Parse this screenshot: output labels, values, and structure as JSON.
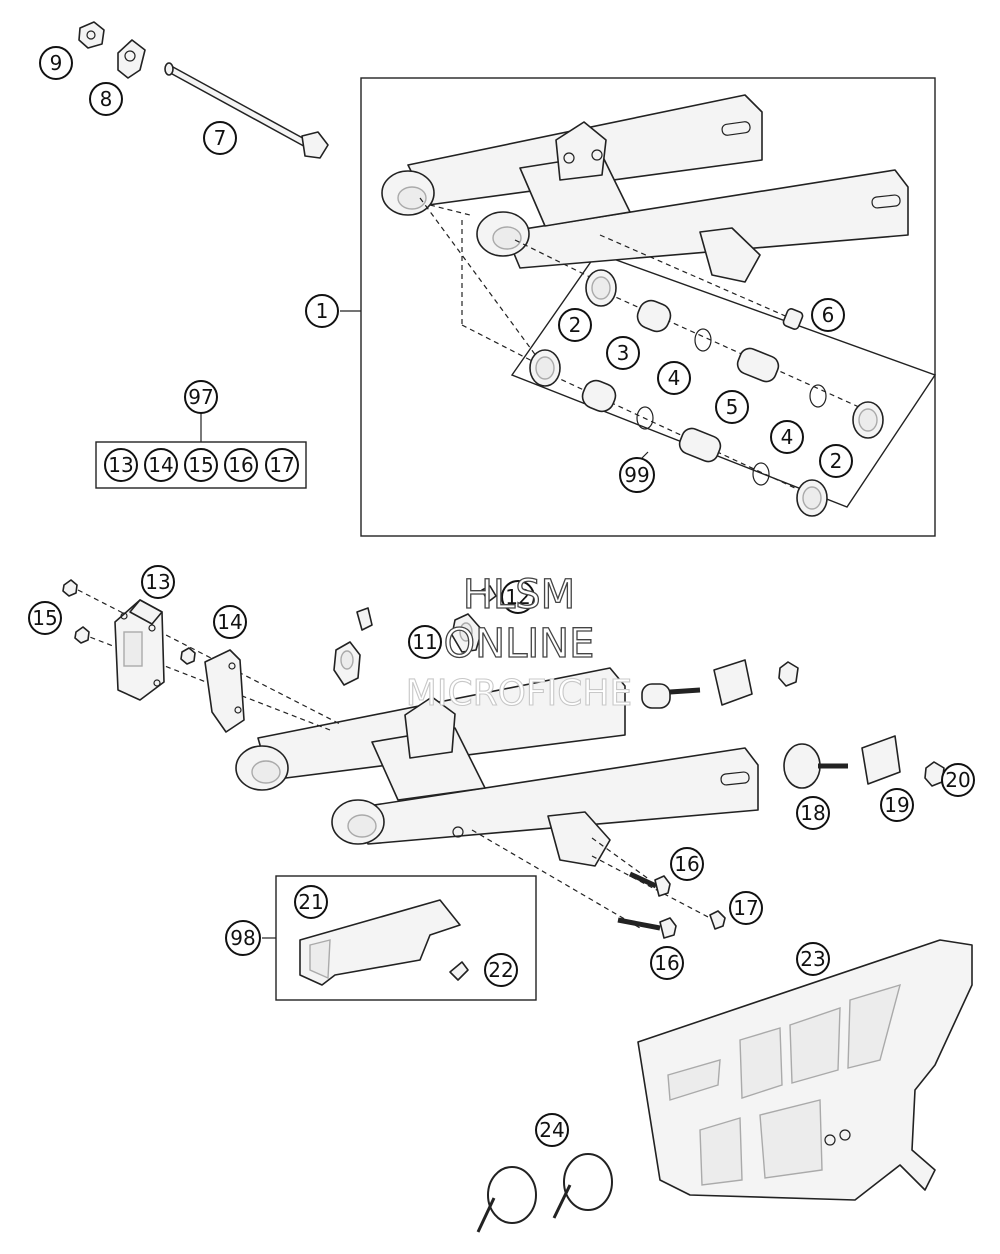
{
  "callouts": {
    "c1": "1",
    "c2a": "2",
    "c2b": "2",
    "c3": "3",
    "c4a": "4",
    "c4b": "4",
    "c5": "5",
    "c6": "6",
    "c7": "7",
    "c8": "8",
    "c9": "9",
    "c11": "11",
    "c12": "12",
    "c13": "13",
    "c14": "14",
    "c15": "15",
    "c16a": "16",
    "c16b": "16",
    "c17": "17",
    "c18": "18",
    "c19": "19",
    "c20": "20",
    "c21": "21",
    "c22": "22",
    "c23": "23",
    "c24": "24",
    "c97": "97",
    "c98": "98",
    "c99": "99"
  },
  "kit97": {
    "label": "97",
    "contents": [
      "13",
      "14",
      "15",
      "16",
      "17"
    ]
  },
  "watermark": {
    "line1": "HLSM",
    "line2": "ONLINE",
    "line3": "MICROFICHE"
  }
}
